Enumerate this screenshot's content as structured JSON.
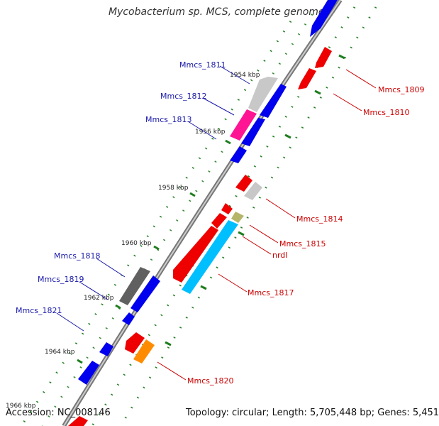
{
  "title": "Mycobacterium sp. MCS, complete genome",
  "footer": {
    "accession": "Accession: NC_008146",
    "topology": "Topology: circular; Length: 5,705,448 bp; Genes: 5,451"
  },
  "colors": {
    "backbone": "#888888",
    "tick": "#1e7d1e",
    "blue_label": "#1a1aaa",
    "red_label": "#cc0000",
    "forward_gene": "#0000ee",
    "reverse_gene": "#ee0000"
  },
  "scale_labels": [
    "1954 kbp",
    "1956 kbp",
    "1958 kbp",
    "1960 kbp",
    "1962 kbp",
    "1964 kbp",
    "1966 kbp"
  ],
  "genes": [
    {
      "name": "Mmcs_1809",
      "strand": "reverse",
      "color": "#ee0000"
    },
    {
      "name": "Mmcs_1810",
      "strand": "reverse",
      "color": "#ee0000"
    },
    {
      "name": "Mmcs_1811",
      "strand": "forward",
      "color": "#c8c8c8"
    },
    {
      "name": "Mmcs_1812",
      "strand": "forward",
      "color": "#ff1493"
    },
    {
      "name": "Mmcs_1813",
      "strand": "forward",
      "color": "#0000ee"
    },
    {
      "name": "Mmcs_1814",
      "strand": "reverse",
      "color": "#c8c8c8"
    },
    {
      "name": "Mmcs_1815",
      "strand": "reverse",
      "color": "#b5b56a"
    },
    {
      "name": "nrdI",
      "strand": "reverse",
      "color": "#ee0000"
    },
    {
      "name": "Mmcs_1817",
      "strand": "reverse",
      "color": "#00bfff"
    },
    {
      "name": "Mmcs_1818",
      "strand": "forward",
      "color": "#606060"
    },
    {
      "name": "Mmcs_1819",
      "strand": "forward",
      "color": "#0000ee"
    },
    {
      "name": "Mmcs_1820",
      "strand": "reverse",
      "color": "#ff8c00"
    },
    {
      "name": "Mmcs_1821",
      "strand": "forward",
      "color": "#0000ee"
    }
  ]
}
